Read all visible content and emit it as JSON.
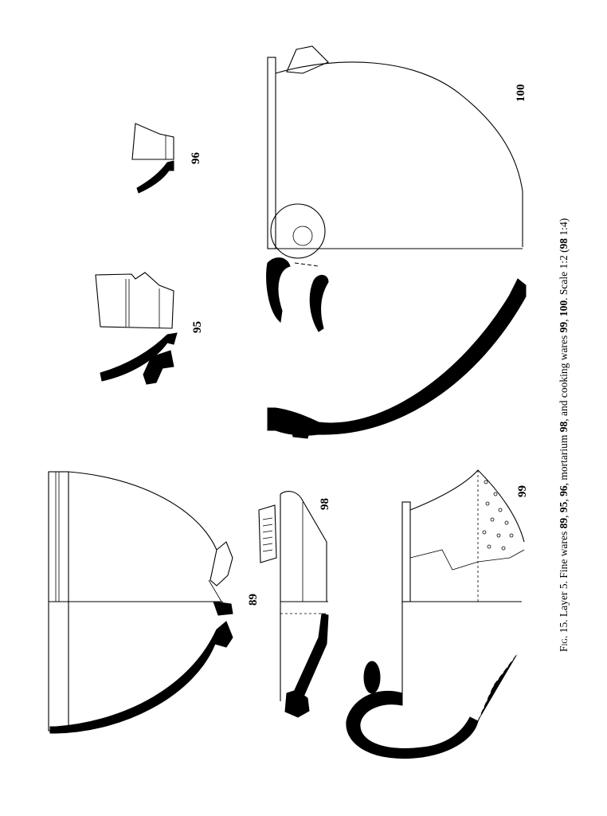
{
  "figure": {
    "labels": {
      "l89": "89",
      "l95": "95",
      "l96": "96",
      "l98": "98",
      "l99": "99",
      "l100": "100"
    },
    "caption": {
      "fig_prefix": "Fig",
      "fig_number": ". 15. Layer 5. Fine wares ",
      "b89": "89",
      "c1": ", ",
      "b95": "95",
      "c2": ", ",
      "b96": "96",
      "c3": ", mortarium ",
      "b98": "98",
      "c4": ", and cooking wares ",
      "b99": "99",
      "c5": ", ",
      "b100": "100",
      "c6": ". Scale 1:2 (",
      "b98s": "98",
      "c7": " 1:4)"
    }
  }
}
